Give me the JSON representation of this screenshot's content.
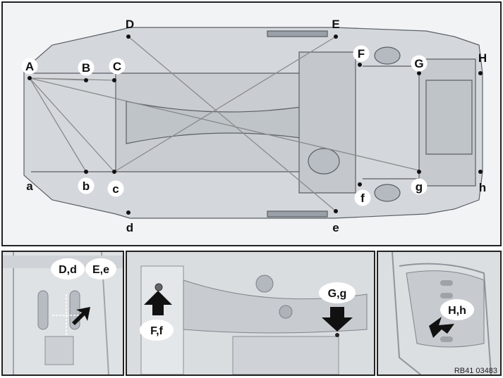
{
  "points_upper": [
    {
      "label": "A"
    },
    {
      "label": "B"
    },
    {
      "label": "C"
    },
    {
      "label": "D"
    },
    {
      "label": "E"
    },
    {
      "label": "F"
    },
    {
      "label": "G"
    },
    {
      "label": "H"
    }
  ],
  "points_lower": [
    {
      "label": "a"
    },
    {
      "label": "b"
    },
    {
      "label": "c"
    },
    {
      "label": "d"
    },
    {
      "label": "e"
    },
    {
      "label": "f"
    },
    {
      "label": "g"
    },
    {
      "label": "h"
    }
  ],
  "details": {
    "d1": {
      "callout_1": "D,d",
      "callout_2": "E,e"
    },
    "d2": {
      "callout_1": "F,f",
      "callout_2": "G,g"
    },
    "d3": {
      "callout_1": "H,h"
    }
  },
  "reference_code": "RB41 03483",
  "colors": {
    "body_metal": "#d2d6da",
    "outline": "#555a60",
    "line": "#888888",
    "arrow": "#111111"
  }
}
